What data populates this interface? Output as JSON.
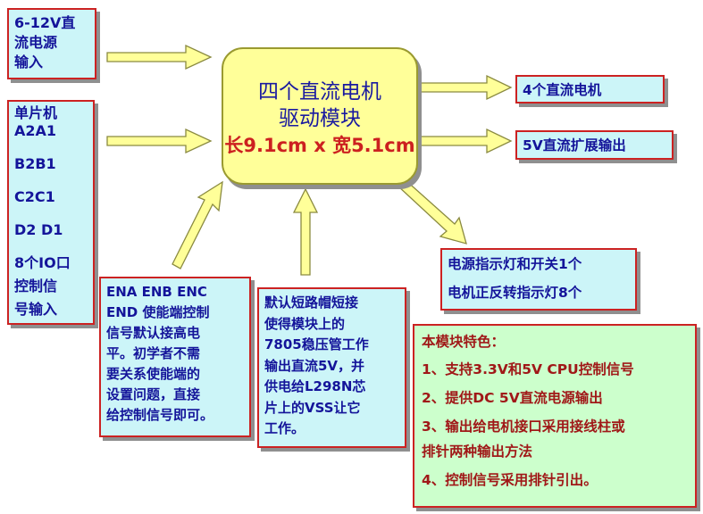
{
  "center": {
    "line1": "四个直流电机",
    "line2": "驱动模块",
    "line3": "长9.1cm x 宽5.1cm"
  },
  "power_input": {
    "lines": [
      "6-12V直",
      "流电源",
      "输入"
    ]
  },
  "mcu_input": {
    "lines": [
      "单片机",
      "A2A1",
      "B2B1",
      "C2C1",
      "D2 D1",
      "8个IO口",
      "控制信",
      "号输入"
    ]
  },
  "enable_note": {
    "lines": [
      "ENA ENB ENC",
      "END 使能端控制",
      "信号默认接高电",
      "平。初学者不需",
      "要关系使能端的",
      "设置问题，直接",
      "给控制信号即可。"
    ]
  },
  "jumper_note": {
    "lines": [
      "默认短路帽短接",
      "使得模块上的",
      "7805稳压管工作",
      "输出直流5V，并",
      "供电给L298N芯",
      "片上的VSS让它",
      "工作。"
    ]
  },
  "output_motors": {
    "text": "4个直流电机"
  },
  "output_5v": {
    "text": "5V直流扩展输出"
  },
  "indicators": {
    "lines": [
      "电源指示灯和开关1个",
      "电机正反转指示灯8个"
    ]
  },
  "features": {
    "title": "本模块特色：",
    "items": [
      "1、支持3.3V和5V CPU控制信号",
      "2、提供DC 5V直流电源输出",
      "3、输出给电机接口采用接线柱或",
      "排针两种输出方法",
      "4、控制信号采用排针引出。"
    ]
  },
  "colors": {
    "box_fill": "#ccf5f8",
    "box_border": "#cc2222",
    "center_fill": "#ffff99",
    "feature_fill": "#ccffcc",
    "arrow_fill": "#ffff99",
    "arrow_stroke": "#8a8a40"
  }
}
